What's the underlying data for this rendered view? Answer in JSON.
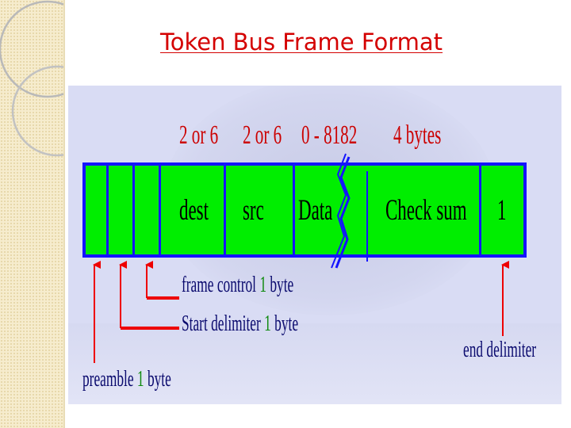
{
  "slide": {
    "title": "Token Bus Frame Format"
  },
  "diagram": {
    "field_sizes": [
      "2 or 6",
      "2 or 6",
      "0 - 8182",
      "4 bytes"
    ],
    "fields": [
      "dest",
      "src",
      "Data",
      "Check sum",
      "1"
    ],
    "annotations": {
      "frame_control": {
        "text": "frame control",
        "num": "1",
        "unit": "byte"
      },
      "start_delimiter": {
        "text": "Start delimiter",
        "num": "1",
        "unit": "byte"
      },
      "preamble": {
        "text": "preamble",
        "num": "1",
        "unit": "byte"
      },
      "end_delimiter": {
        "text": "end delimiter"
      }
    },
    "colors": {
      "frame_fill": "#00ee00",
      "frame_border": "#1414ff",
      "size_labels": "#cc0000",
      "arrows": "#ee0000",
      "annotation_text": "#0a0a6e",
      "annotation_number": "#0f8a0f",
      "title": "#d40000"
    }
  }
}
